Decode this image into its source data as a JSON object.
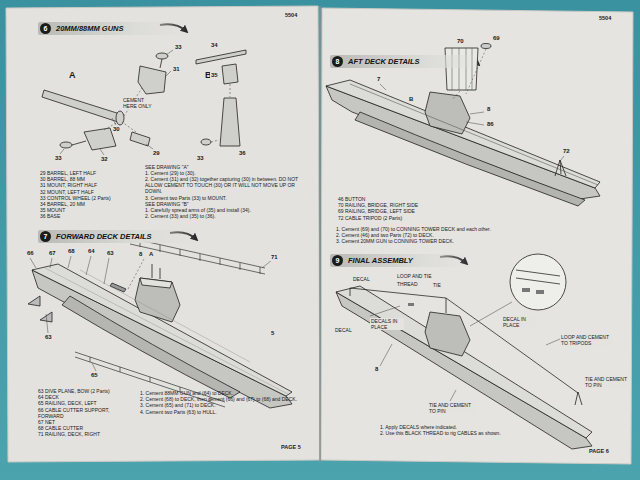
{
  "diagram": {
    "nodes": [
      {
        "text": [
          "6",
          "20MM/88MM GUNS"
        ]
      },
      {
        "text": [
          "7",
          "FORWARD DECK DETAILS"
        ]
      },
      {
        "text": [
          "8",
          "AFT DECK DETAILS"
        ]
      },
      {
        "text": [
          "9",
          "FINAL ASSEMBLY"
        ]
      }
    ],
    "labels": [
      "A",
      "B",
      "33",
      "31",
      "30",
      "32",
      "29",
      "33",
      "CEMENT HERE ONLY",
      "34",
      "35",
      "33",
      "36",
      "29 BARREL, LEFT HALF",
      "30 BARREL, 88 MM",
      "31 MOUNT, RIGHT HALF",
      "32 MOUNT, LEFT HALF",
      "33 CONTROL WHEEL (2 Parts)",
      "34 BARREL, 20 MM",
      "35 MOUNT",
      "36 BASE",
      "SEE DRAWING \"A\"",
      "1. Cement (29) to (30).",
      "2. Cement (31) and (32) together capturing (30) in between. DO NOT ALLOW CEMENT TO TOUCH (30) OR IT WILL NOT MOVE UP OR DOWN.",
      "3. Cement two Parts (33) to MOUNT.",
      "SEE DRAWING \"B\"",
      "1. Carefully spread arms of (35) and install (34).",
      "2. Cement (33) and (35) to (36).",
      "66",
      "67",
      "68",
      "64",
      "63",
      "8",
      "A",
      "71",
      "5",
      "63",
      "65",
      "63 DIVE PLANE, BOW (2 Parts)",
      "64 DECK",
      "65 RAILING, DECK, LEFT",
      "66 CABLE CUTTER SUPPORT, FORWARD",
      "67 NET",
      "68 CABLE CUTTER",
      "71 RAILING, DECK, RIGHT",
      "1. Cement 88MM GUN and (64) to DECK.",
      "2. Cement (68) to DECK, then cement (66) and (67) to (68) and DECK.",
      "3. Cement (65) and (71) to DECK.",
      "4. Cement two Parts (63) to HULL.",
      "PAGE 5",
      "70",
      "69",
      "8",
      "86",
      "7",
      "72",
      "B",
      "46 BUTTON",
      "70 RAILING, BRIDGE, RIGHT SIDE",
      "69 RAILING, BRIDGE, LEFT SIDE",
      "72 CABLE TRIPOD (2 Parts)",
      "1. Cement (69) and (70) to CONNING TOWER DECK and each other.",
      "2. Cement (46) and two Parts (72) to DECK.",
      "3. Cement 20MM GUN to CONNING TOWER DECK.",
      "DECAL",
      "LOOP AND TIE",
      "THREAD",
      "TIE",
      "DECALS IN PLACE",
      "DECAL",
      "DECAL IN PLACE",
      "8",
      "TIE AND CEMENT TO PIN",
      "LOOP AND CEMENT TO TRIPODS",
      "TIE AND CEMENT TO PIN",
      "1. Apply DECALS where indicated.",
      "2. Use this BLACK THREAD to rig CABLES as shown.",
      "PAGE 6",
      "5504",
      "5504"
    ]
  }
}
